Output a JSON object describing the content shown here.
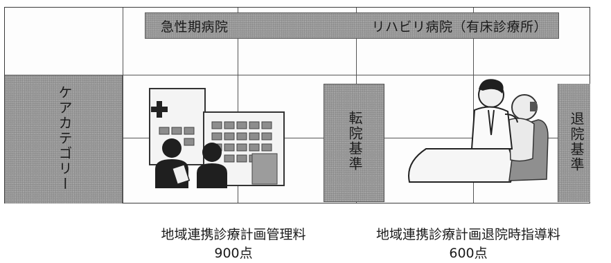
{
  "banner": {
    "left_text": "急性期病院",
    "right_text": "リハビリ病院（有床診療所）"
  },
  "side_label": "ケアカテゴリー",
  "transfer_criteria": "転院基準",
  "discharge_criteria": "退院基準",
  "fees": [
    {
      "name": "地域連携診療計画管理料",
      "points": "900点"
    },
    {
      "name": "地域連携診療計画退院時指導料",
      "points": "600点"
    }
  ]
}
